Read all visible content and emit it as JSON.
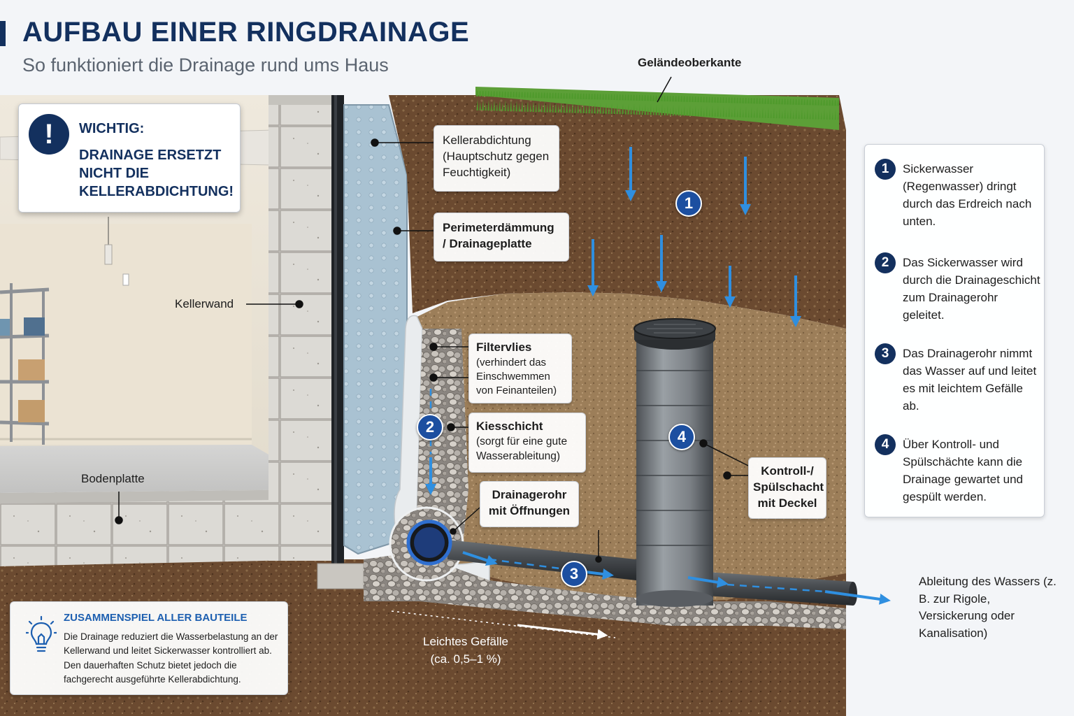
{
  "header": {
    "title": "AUFBAU EINER RINGDRAINAGE",
    "subtitle": "So funktioniert die Drainage rund ums Haus"
  },
  "important": {
    "heading": "WICHTIG:",
    "text": "DRAINAGE ERSETZT NICHT DIE KELLERABDICHTUNG!"
  },
  "labels": {
    "gelaende": "Geländeoberkante",
    "kellerwand": "Kellerwand",
    "bodenplatte": "Bodenplatte",
    "kellerabdichtung_head": "Kellerabdichtung",
    "kellerabdichtung_sub": "(Hauptschutz gegen Feuchtigkeit)",
    "perimeter": "Perimeterdämmung / Drainageplatte",
    "filtervlies_head": "Filtervlies",
    "filtervlies_sub": "(verhindert das Einschwemmen von Feinanteilen)",
    "kies_head": "Kiesschicht",
    "kies_sub": "(sorgt für eine gute Wasserableitung)",
    "rohr": "Drainagerohr mit Öffnungen",
    "schacht": "Kontroll-/ Spülschacht mit Deckel",
    "ableitung": "Ableitung des Wassers (z. B. zur Rigole, Versickerung oder Kanalisation)",
    "gefaelle": "Leichtes Gefälle (ca. 0,5–1 %)"
  },
  "markers": [
    "1",
    "2",
    "3",
    "4"
  ],
  "steps": [
    {
      "num": "1",
      "text": "Sickerwasser (Regenwasser) dringt durch das Erdreich nach unten."
    },
    {
      "num": "2",
      "text": "Das Sickerwasser wird durch die Drainageschicht zum Drainagerohr geleitet."
    },
    {
      "num": "3",
      "text": "Das Drainagerohr nimmt das Wasser auf und leitet es mit leichtem Gefälle ab."
    },
    {
      "num": "4",
      "text": "Über Kontroll- und Spülschächte kann die Drainage gewartet und gespült werden."
    }
  ],
  "info": {
    "heading": "ZUSAMMENSPIEL ALLER BAUTEILE",
    "text": "Die Drainage reduziert die Wasserbelastung an der Kellerwand und leitet Sickerwasser kontrolliert ab. Den dauerhaften Schutz bietet jedoch die fachgerecht ausgeführte Kellerabdichtung."
  },
  "colors": {
    "navy": "#13305e",
    "marker_blue": "#1c4fa0",
    "water_arrow": "#2f8fe0",
    "soil_dark": "#5a3e28",
    "soil_light": "#9a7a55",
    "grass": "#5fa33a"
  }
}
